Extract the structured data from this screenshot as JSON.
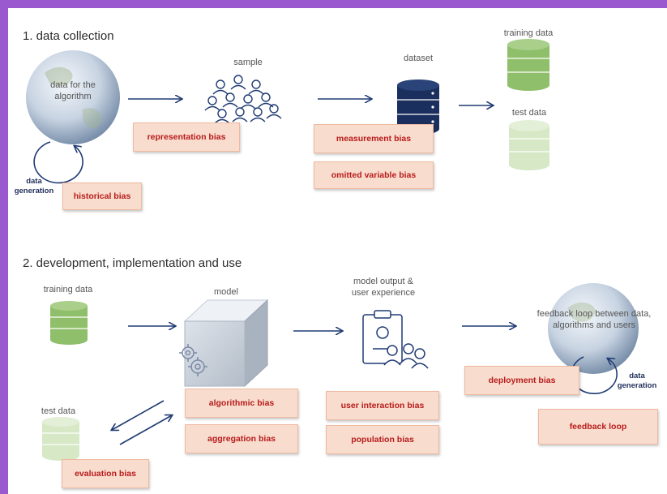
{
  "section1": {
    "heading": "1. data collection",
    "globe_label": "data for the algorithm",
    "sample_label": "sample",
    "dataset_label": "dataset",
    "training_label": "training data",
    "test_label": "test data",
    "data_generation_label": "data generation",
    "biases": {
      "representation": "representation bias",
      "measurement": "measurement bias",
      "omitted_variable": "omitted variable bias",
      "historical": "historical bias"
    }
  },
  "section2": {
    "heading": "2. development, implementation and use",
    "training_label": "training data",
    "model_label": "model",
    "output_label": "model output & user experience",
    "feedback_globe_label": "feedback loop between data, algorithms and users",
    "test_label": "test data",
    "data_generation_label": "data generation",
    "biases": {
      "algorithmic": "algorithmic bias",
      "aggregation": "aggregation bias",
      "user_interaction": "user interaction bias",
      "population": "population bias",
      "deployment": "deployment bias",
      "feedback_loop": "feedback loop",
      "evaluation": "evaluation bias"
    }
  },
  "colors": {
    "frame": "#9b59d0",
    "bias_fill": "#f8dccd",
    "bias_text": "#b81c1c",
    "arrow": "#1f3b73",
    "db_dark": "#1b2f5e",
    "db_green": "#8fbf6a",
    "db_pale": "#d6e8c5"
  }
}
